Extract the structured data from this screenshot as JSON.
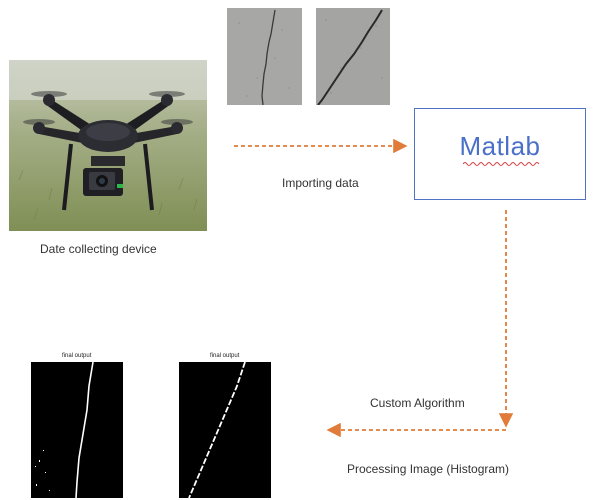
{
  "diagram": {
    "matlab_label": "Matlab",
    "caption_device": "Date collecting device",
    "caption_import": "Importing data",
    "caption_algorithm": "Custom Algorithm",
    "caption_processing": "Processing Image (Histogram)",
    "output_title_1": "final output",
    "output_title_2": "final output"
  },
  "colors": {
    "arrow": "#e07b39",
    "matlab_border": "#4f74c4",
    "matlab_text": "#4a70c8"
  }
}
